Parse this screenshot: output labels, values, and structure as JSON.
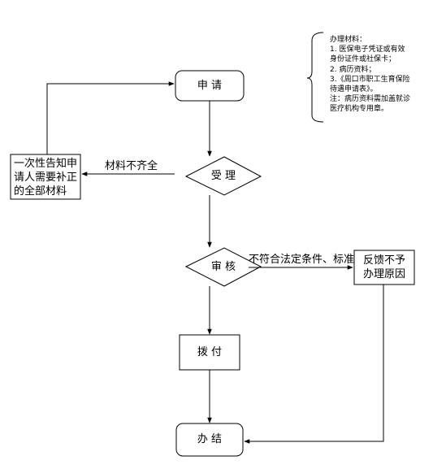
{
  "nodes": {
    "apply": "申 请",
    "accept": "受 理",
    "review": "审 核",
    "allocate": "拨 付",
    "finish": "办 结",
    "notify_lines": [
      "一次性告知申",
      "请人需要补正",
      "的全部材料"
    ],
    "feedback_lines": [
      "反馈不予",
      "办理原因"
    ]
  },
  "edges": {
    "incomplete": "材料不齐全",
    "not_compliant": "不符合法定条件、标准"
  },
  "note_lines": [
    "办理材料：",
    "1. 医保电子凭证或有效",
    "身份证件或社保卡；",
    "2. 病历资料；",
    "3.《周口市职工生育保险",
    "待遇申请表》。",
    "注：病历资料需加盖就诊",
    "医疗机构专用章。"
  ]
}
